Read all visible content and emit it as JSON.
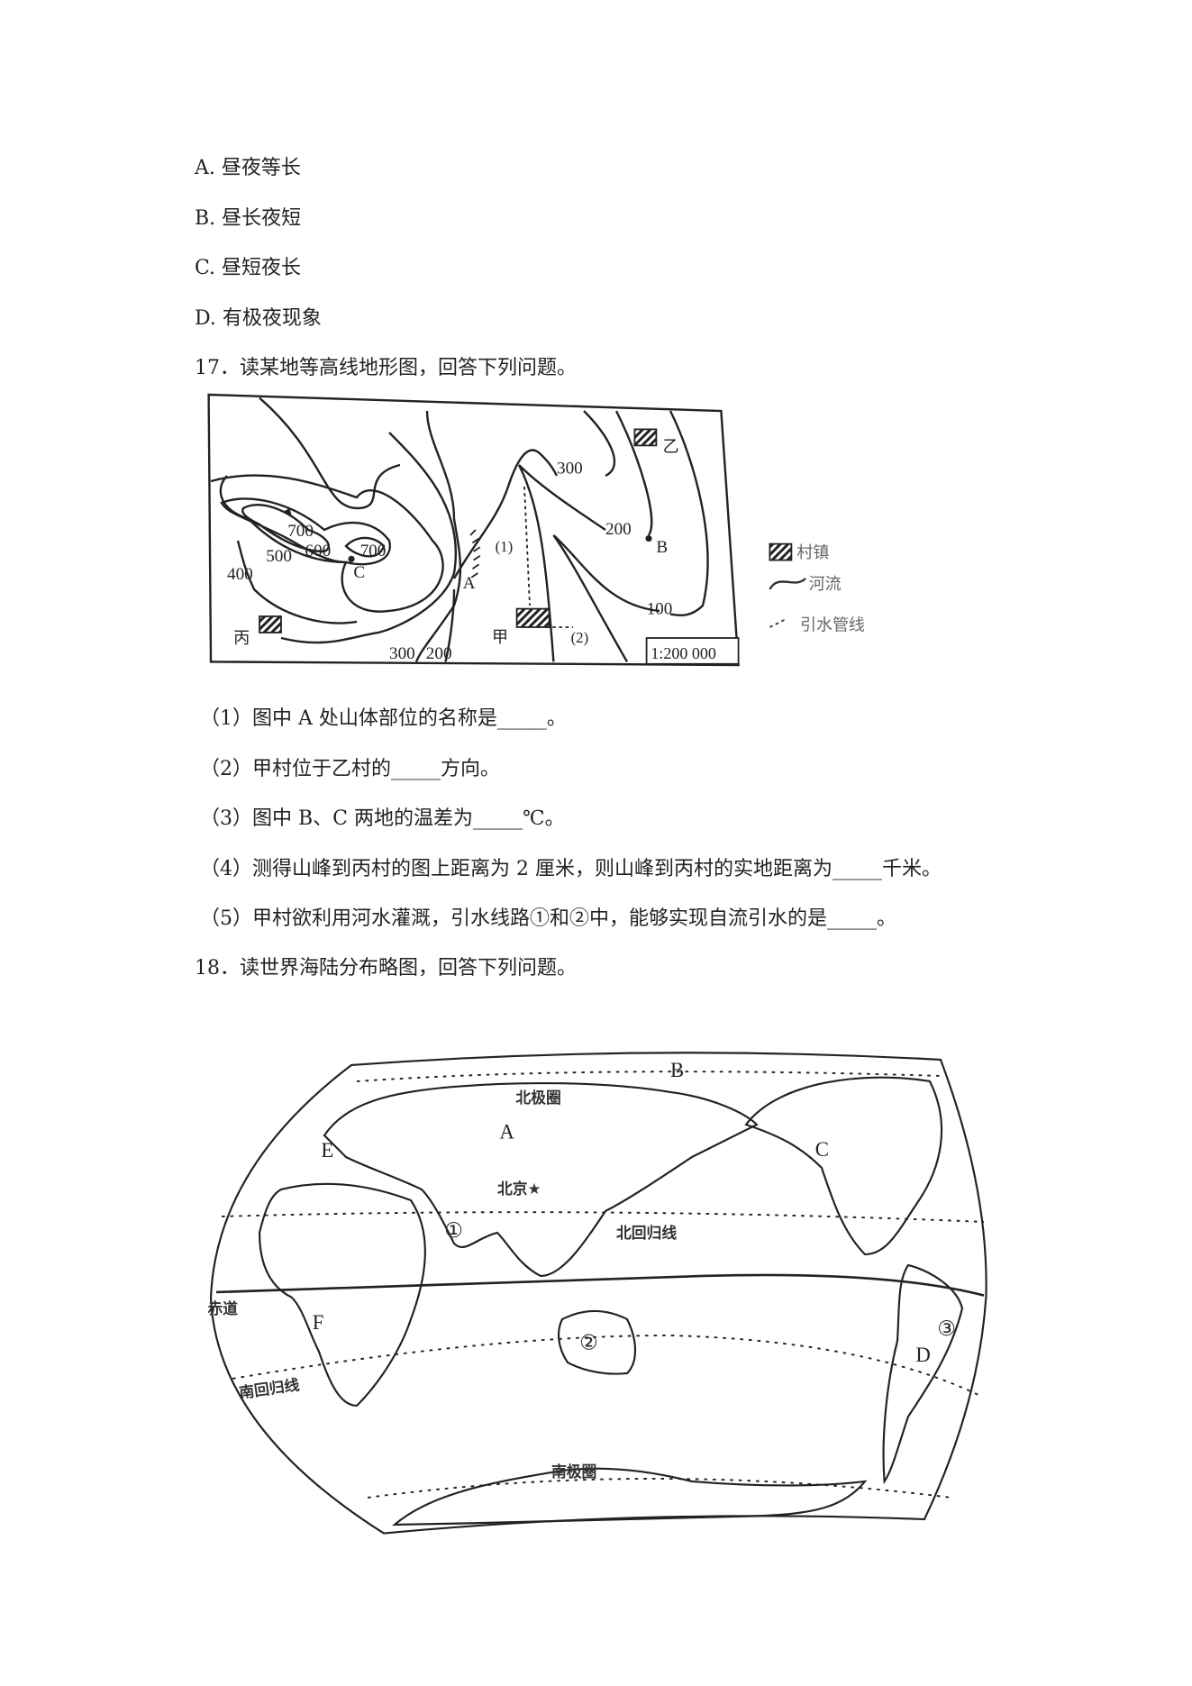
{
  "options": [
    {
      "label": "A.",
      "text": "昼夜等长"
    },
    {
      "label": "B.",
      "text": "昼长夜短"
    },
    {
      "label": "C.",
      "text": "昼短夜长"
    },
    {
      "label": "D.",
      "text": "有极夜现象"
    }
  ],
  "q17": {
    "title": "17．读某地等高线地形图，回答下列问题。",
    "map": {
      "contour_labels": [
        "300",
        "200",
        "100",
        "700",
        "600",
        "700",
        "500",
        "400",
        "300",
        "200"
      ],
      "points": {
        "A": "A",
        "B": "B",
        "C": "C"
      },
      "villages": {
        "jia": "甲",
        "yi": "乙",
        "bing": "丙"
      },
      "routes": {
        "r1": "(1)",
        "r2": "(2)"
      },
      "scale": "1:200 000",
      "legend": [
        {
          "icon": "hatched-square",
          "label": "村镇"
        },
        {
          "icon": "wavy-line",
          "label": "河流"
        },
        {
          "icon": "dashed-line",
          "label": "引水管线"
        }
      ]
    },
    "questions": [
      "（1）图中 A 处山体部位的名称是_____。",
      "（2）甲村位于乙村的_____方向。",
      "（3）图中 B、C 两地的温差为_____℃。",
      "（4）测得山峰到丙村的图上距离为 2 厘米，则山峰到丙村的实地距离为_____千米。",
      "（5）甲村欲利用河水灌溉，引水线路①和②中，能够实现自流引水的是_____。"
    ]
  },
  "q18": {
    "title": "18．读世界海陆分布略图，回答下列问题。",
    "map": {
      "letters": {
        "A": "A",
        "B": "B",
        "C": "C",
        "D": "D",
        "E": "E",
        "F": "F"
      },
      "numbers": {
        "n1": "①",
        "n2": "②",
        "n3": "③"
      },
      "lines": {
        "arctic": "北极圈",
        "cancer": "北回归线",
        "equator": "赤道",
        "capricorn": "南回归线",
        "antarctic": "南极圈"
      },
      "city": "北京★"
    }
  }
}
